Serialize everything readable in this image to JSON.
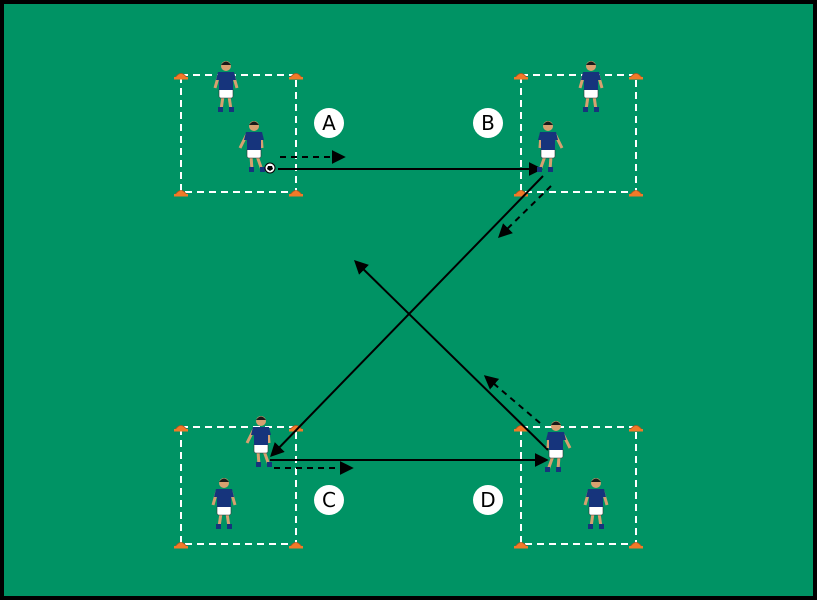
{
  "colors": {
    "pitch": "#009364",
    "border": "#000000",
    "cone": "#f07a28",
    "shirt": "#16347c",
    "shorts": "#ffffff",
    "skin": "#d8a070",
    "hair": "#1a1a1a",
    "line": "#000000",
    "zone": "#ffffff"
  },
  "stations": [
    {
      "label": "A"
    },
    {
      "label": "B"
    },
    {
      "label": "C"
    },
    {
      "label": "D"
    }
  ],
  "icons": [
    "soccer-ball-icon",
    "cone-icon",
    "player-icon"
  ]
}
